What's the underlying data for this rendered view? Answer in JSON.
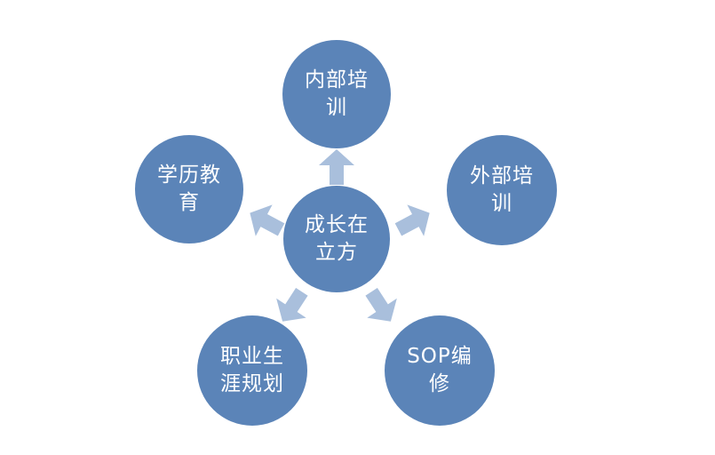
{
  "colors": {
    "background": "#FFFFFF",
    "circle": "#5B84B8",
    "arrow": "#A9BFDC",
    "text": "#FFFFFF"
  },
  "diagram": {
    "type": "radial-diverging",
    "center": {
      "id": "growth-cube",
      "label": "成长在立方",
      "line1": "成长在",
      "line2": "立方"
    },
    "nodes": [
      {
        "id": "internal-training",
        "position": "top",
        "label": "内部培训",
        "line1": "内部培",
        "line2": "训"
      },
      {
        "id": "external-training",
        "position": "upper-right",
        "label": "外部培训",
        "line1": "外部培",
        "line2": "训"
      },
      {
        "id": "academic-education",
        "position": "upper-left",
        "label": "学历教育",
        "line1": "学历教",
        "line2": "育"
      },
      {
        "id": "sop-revision",
        "position": "lower-right",
        "label": "SOP编修",
        "line1": "SOP编",
        "line2": "修"
      },
      {
        "id": "career-planning",
        "position": "lower-left",
        "label": "职业生涯规划",
        "line1": "职业生",
        "line2": "涯规划"
      }
    ]
  }
}
